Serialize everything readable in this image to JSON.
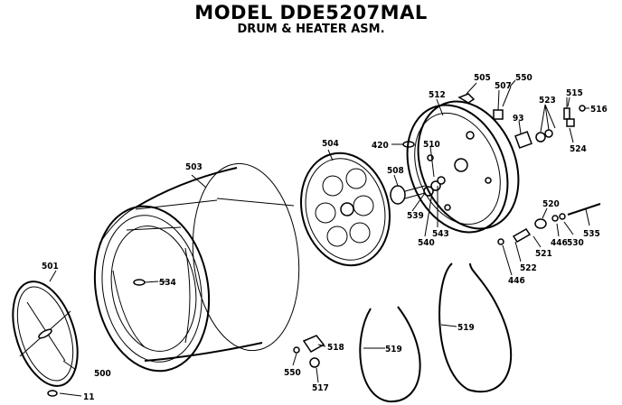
{
  "header": {
    "title": "MODEL DDE5207MAL",
    "subtitle": "DRUM & HEATER ASM."
  },
  "parts": {
    "p501": "501",
    "p500": "500",
    "p11": "11",
    "p503": "503",
    "p534": "534",
    "p504": "504",
    "p420": "420",
    "p508": "508",
    "p510": "510",
    "p539": "539",
    "p540": "540",
    "p543": "543",
    "p512": "512",
    "p505": "505",
    "p507": "507",
    "p550a": "550",
    "p523": "523",
    "p93": "93",
    "p515": "515",
    "p516": "516",
    "p524": "524",
    "p520": "520",
    "p535": "535",
    "p446a": "446",
    "p530": "530",
    "p521": "521",
    "p522": "522",
    "p446b": "446",
    "p518": "518",
    "p550b": "550",
    "p517": "517",
    "p519a": "519",
    "p519b": "519"
  }
}
